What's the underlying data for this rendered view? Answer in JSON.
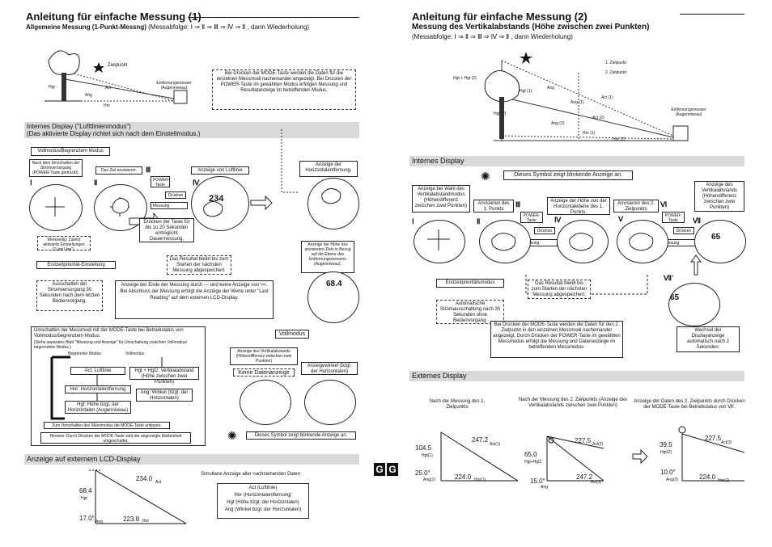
{
  "left": {
    "title": "Anleitung für einfache Messung (1)",
    "subtitle_bold": "Allgemeine Messung (1-Punkt-Messng)",
    "subtitle_rest": " (Messabfolge: Ⅰ ⇒ Ⅱ ⇒ Ⅲ ⇒ Ⅳ ⇒ Ⅱ , dann Wiederholung)",
    "diagram": {
      "zielpunkt": "Zielpunkt",
      "hgt": "Hgt",
      "act": "Act",
      "ang": "Ang",
      "hor": "Hor",
      "entfernungsmesser": "Entfernungsmesser\n(Augenniveau)"
    },
    "mode_note": "Bei Drücken der MODE-Taste werden die Daten für die einzelnen Messmodi nacheinander angezeigt. Bei Drücken der POWER-Taste im gewählten Modus erfolgen Messung und Resultatanzeige im betreffenden Modus.",
    "internal_band": "Internes Display (\"Lufttlinienmodus\")",
    "internal_band2": "(Das aktivierte Display richtet sich nach dem Einstellmodus.)",
    "vollmodus_header": "Vollmodus/Begrenztem Modus",
    "nach_einschalten": "Nach dem Einschalten der Stromversorgung (POWER-Taste gedrückt).",
    "ziel_anvisieren": "Das Ziel anvisieren.",
    "anzeige_luftlinie": "Anzeige von Luftlinie",
    "anzeige_horizontal": "Anzeige der Horizontalentfernung.",
    "power_taste": "POWER-Taste",
    "druecken": "Drücken",
    "messung": "Messung",
    "druecken_20": "Drücken der Taste für bis zu 20 Sekunden ermöglicht Dauermessung.",
    "werkseitig": "Werkseitig: Zuletzt aktivierte Einstellungen (\"Last Use\").",
    "erstzeit": "Erstzeitpriorität-Einstellung",
    "resultat": "Das Resultat bleibt bis zum Starten der nächsten Messung abgespeichert.",
    "hoehe_ziel": "Anzeige der Höhe des anvisierten Ziels in Bezug auf die Ebene des Entfernungsmessers (Augenniveau).",
    "ausschalten": "Ausschalten der Stromversorgung 30 Sekunden nach dem letzten Bedienvorgang.",
    "ende_messung": "Anzeige der Ende der Messung durch --- und keine Anzeige von ><. Bei Abschluss der Messung erfolgt die Anzeige der Werte unter \"Last Reading\" auf dem externen LCD-Display.",
    "umschalten_title": "Umschalten der Messmodi mit der MODE-Taste bei Betriebstatus von Vollmodus/begrenztem Modus.",
    "umschalten_sub": "(Siehe separates Blatt \"Messung und Anzeige\" für Umschaltung zwischen Vollmodus/ begrenztem Modus.)",
    "begrenzter_modus": "Begrenzter Modus",
    "vollmodus_small": "Vollmodus",
    "flow_items": [
      "Act: Luftlinie",
      "Hor: Horizontalentfernung",
      "Hgt: Höhe bzgl. der Horizontalen (Augenniveau)"
    ],
    "flow_side": [
      "Hgt + Hgt2: Vertikalabstand (Höhe zwischen zwei Punkten)",
      "Ang: Winkel (bzgl. der Horizontalen)"
    ],
    "umschalten_mode": "Zum Umschalten des Messmodus die MODE-Taste antippen.",
    "hinweis": "Hinweis: Durch Drücken der MODE-Taste wird die angezeigte Maßeinheit umgeschaltet.",
    "vollmodus_box": "Vollmodus",
    "vertikal_anzeige": "Anzeige des Vertikalabstands (Höhendifferenz zwischen zwei Punkten)",
    "keine_daten": "Keine Datenanzeige",
    "anzeigewinkel": "Anzeigewinkel (bzgl. der Horizontalen)",
    "symbol_blinkend": "Dieses Symbol zeigt blinkende Anzeige an.",
    "ext_band": "Anzeige auf externem LCD-Display",
    "lcd": {
      "act_val": "234.0",
      "act": "Act",
      "hgt_val": "68.4",
      "hgt": "Hgt",
      "ang_val": "17.0°",
      "ang": "Ang",
      "hor_val": "223.8",
      "hor": "Hor"
    },
    "simultan_title": "Simultane Anzeige aller nachstehenden Daten:",
    "simultan_items": [
      "Act (Luftlinie)",
      "Hor (Horizontalentfernung)",
      "Hgt (Höhe bzgl. der Horizontalen)",
      "Ang (Winkel bzgl. der Horizontalen)"
    ],
    "display_values": {
      "iv": "234",
      "lower": "68.4"
    }
  },
  "right": {
    "title": "Anleitung für einfache Messung (2)",
    "subtitle": "Messung des Vertikalabstands (Höhe zwischen zwei Punkten)",
    "sequence": "(Messabfolge: Ⅰ ⇒ Ⅱ ⇒ Ⅲ ⇒ Ⅳ ⇒ Ⅱ , dann Wiederholung)",
    "diagram": {
      "zp1": "1. Zielpunkt",
      "zp2": "2. Zielpunkt",
      "hgt_hgt2": "Hgt + Hgt (2)",
      "hgt1": "Hgt (1)",
      "ang1": "Ang (1)",
      "act1": "Act (1)",
      "hgt2": "Hgt (2)",
      "ang2": "Ang (2)",
      "act2": "Act (2)",
      "hor1": "Hor (1)",
      "hor2": "Hor (2)",
      "ang": "Ang",
      "entfernungsmesser": "Entfernungsmesser\n(Augenniveau)"
    },
    "internal_band": "Internes Display",
    "symbol_blinkend": "Dieses Symbol zeigt blinkende Anzeige an.",
    "anzeige_wahl": "Anzeige bei Wahl des Vertikalabstandmodus (Höhendifferenz zwischen zwei Punkten)",
    "anvisieren1": "Anvisieren des 1. Punkts",
    "anzeige_hoehe": "Anzeige der Höhe von der Horizontalebene des 1. Punkts.",
    "anvisieren2": "Anvisieren des 2. Zielpunkts",
    "anzeige_vertikal": "Anzeige des Vertikalabstands (Höhendifferenz zwischen zwei Punkten)",
    "power_taste": "POWER-Taste",
    "druecken": "Drücken",
    "messung": "Messung",
    "erstzeit": "Erstzeitprioritätsmodus",
    "resultat": "Das Resultat bleibt bis zum Starten der nächsten Messung abgespeichert.",
    "auto_aus": "Automatische Stromausschaltung nach 30 Sekunden ohne Bedienvorgang.",
    "mode_note": "Bei Drücken der MODE-Taste werden die Daten für den 2. Zielpunkt in den einzelnen Messmodi nacheinander angezeigt. Durch Drücken der POWER-Taste im gewählten Messmodus erfolgt die Messung und Datenanzeige im betreffenden Messmodus.",
    "wechsel": "Wechsel der Displayanzeige automatisch nach 2 Sekunden.",
    "ext_band": "Externes Display",
    "ext_captions": [
      "Nach der Messung des 1. Zielpunkts",
      "Nach der Messung des 2. Zielpunkts (Anzeige des Vertikalabstands zwischen zwei Punkten)",
      "Anzeige der Daten des 2. Zielpunkts durch Drücken der MODE-Taste bei Betriebstatus von Ⅶ'."
    ],
    "ext1": {
      "act_val": "247.2",
      "act": "Act(1)",
      "hgt_val": "104.5",
      "hgt": "Hgt(1)",
      "ang_val": "25.0°",
      "ang": "Ang(1)",
      "hor_val": "224.0",
      "hor": "Hor(1)"
    },
    "ext2": {
      "act_val": "227.5",
      "act": "Act(2)",
      "hgt_val": "65.0",
      "hgt": "Hgt+Hgt2",
      "ang_val": "15.0°",
      "ang": "Ang",
      "hor_val": "247.2",
      "hor": "Act(1)"
    },
    "ext3": {
      "act_val": "227.5",
      "act": "Act(2)",
      "hgt_val": "39.5",
      "hgt": "Hgt(2)",
      "ang_val": "10.0°",
      "ang": "Ang(2)",
      "hor_val": "224.0",
      "hor": "Hor(2)"
    },
    "display_values": {
      "vi": "65",
      "vii": "65"
    }
  },
  "badges": [
    "G",
    "G"
  ],
  "romans": {
    "i": "Ⅰ",
    "ii": "Ⅱ",
    "iii": "Ⅲ",
    "iv": "Ⅳ",
    "v": "Ⅴ",
    "vi": "Ⅵ",
    "vii": "Ⅶ",
    "vii2": "Ⅶ'"
  }
}
